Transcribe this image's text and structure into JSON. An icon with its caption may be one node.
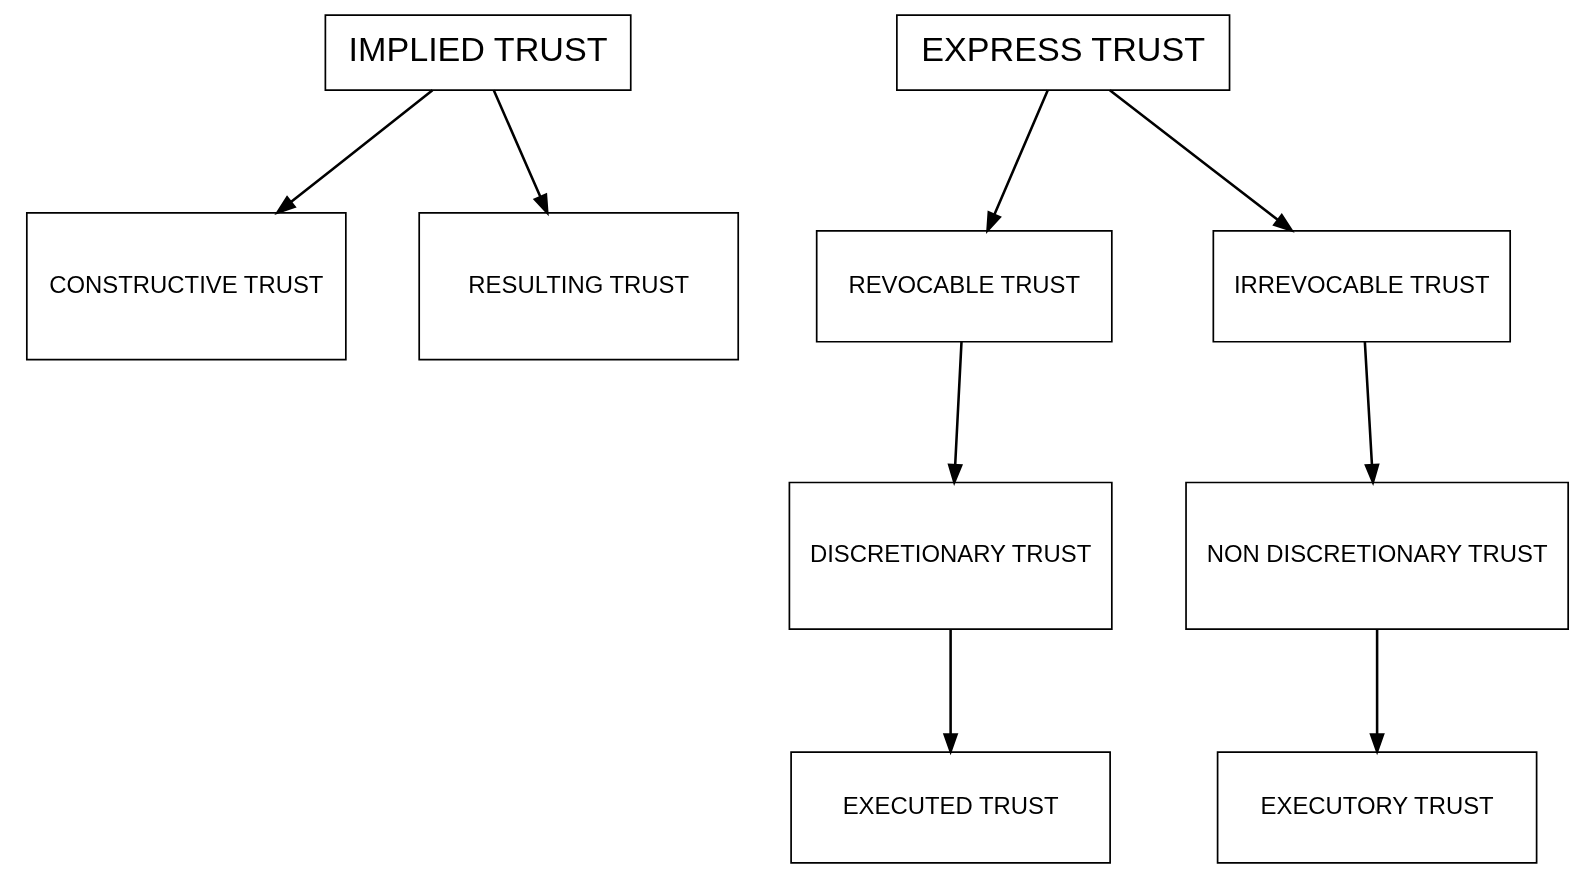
{
  "diagram": {
    "nodes": [
      {
        "text": [
          "IMPLIED TRUST"
        ]
      },
      {
        "text": [
          "CONSTRUCTIVE TRUST"
        ]
      },
      {
        "text": [
          "RESULTING TRUST"
        ]
      },
      {
        "text": [
          "EXPRESS TRUST"
        ]
      },
      {
        "text": [
          "REVOCABLE TRUST"
        ]
      },
      {
        "text": [
          "IRREVOCABLE TRUST"
        ]
      },
      {
        "text": [
          "DISCRETIONARY TRUST"
        ]
      },
      {
        "text": [
          "NON DISCRETIONARY TRUST"
        ]
      },
      {
        "text": [
          "EXECUTED TRUST"
        ]
      },
      {
        "text": [
          "EXECUTORY TRUST"
        ]
      }
    ],
    "edges": [
      {
        "from": 0,
        "to": 1,
        "arrow": "to"
      },
      {
        "from": 0,
        "to": 2,
        "arrow": "to"
      },
      {
        "from": 3,
        "to": 4,
        "arrow": "to"
      },
      {
        "from": 3,
        "to": 5,
        "arrow": "to"
      },
      {
        "from": 4,
        "to": 6,
        "arrow": "to"
      },
      {
        "from": 5,
        "to": 7,
        "arrow": "to"
      },
      {
        "from": 6,
        "to": 8,
        "arrow": "to"
      },
      {
        "from": 7,
        "to": 9,
        "arrow": "to"
      }
    ]
  }
}
